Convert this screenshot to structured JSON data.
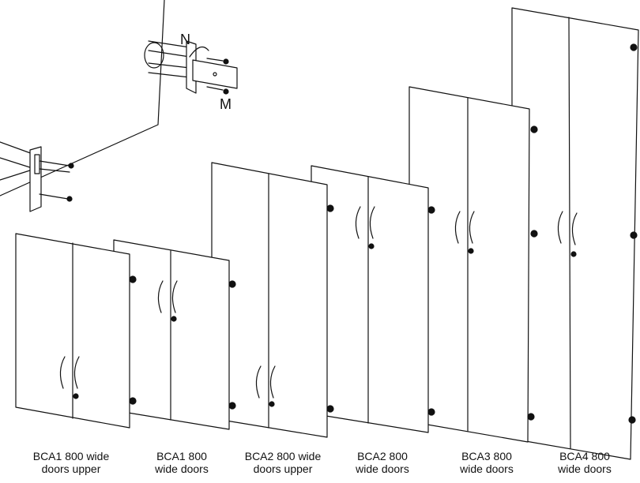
{
  "callouts": {
    "n_label": "N",
    "m_label": "M"
  },
  "captions": [
    {
      "line1": "BCA1 800 wide",
      "line2": "doors upper"
    },
    {
      "line1": "BCA1 800",
      "line2": "wide doors"
    },
    {
      "line1": "BCA2 800 wide",
      "line2": "doors upper"
    },
    {
      "line1": "BCA2 800",
      "line2": "wide doors"
    },
    {
      "line1": "BCA3 800",
      "line2": "wide doors"
    },
    {
      "line1": "BCA4 800",
      "line2": "wide doors"
    }
  ]
}
